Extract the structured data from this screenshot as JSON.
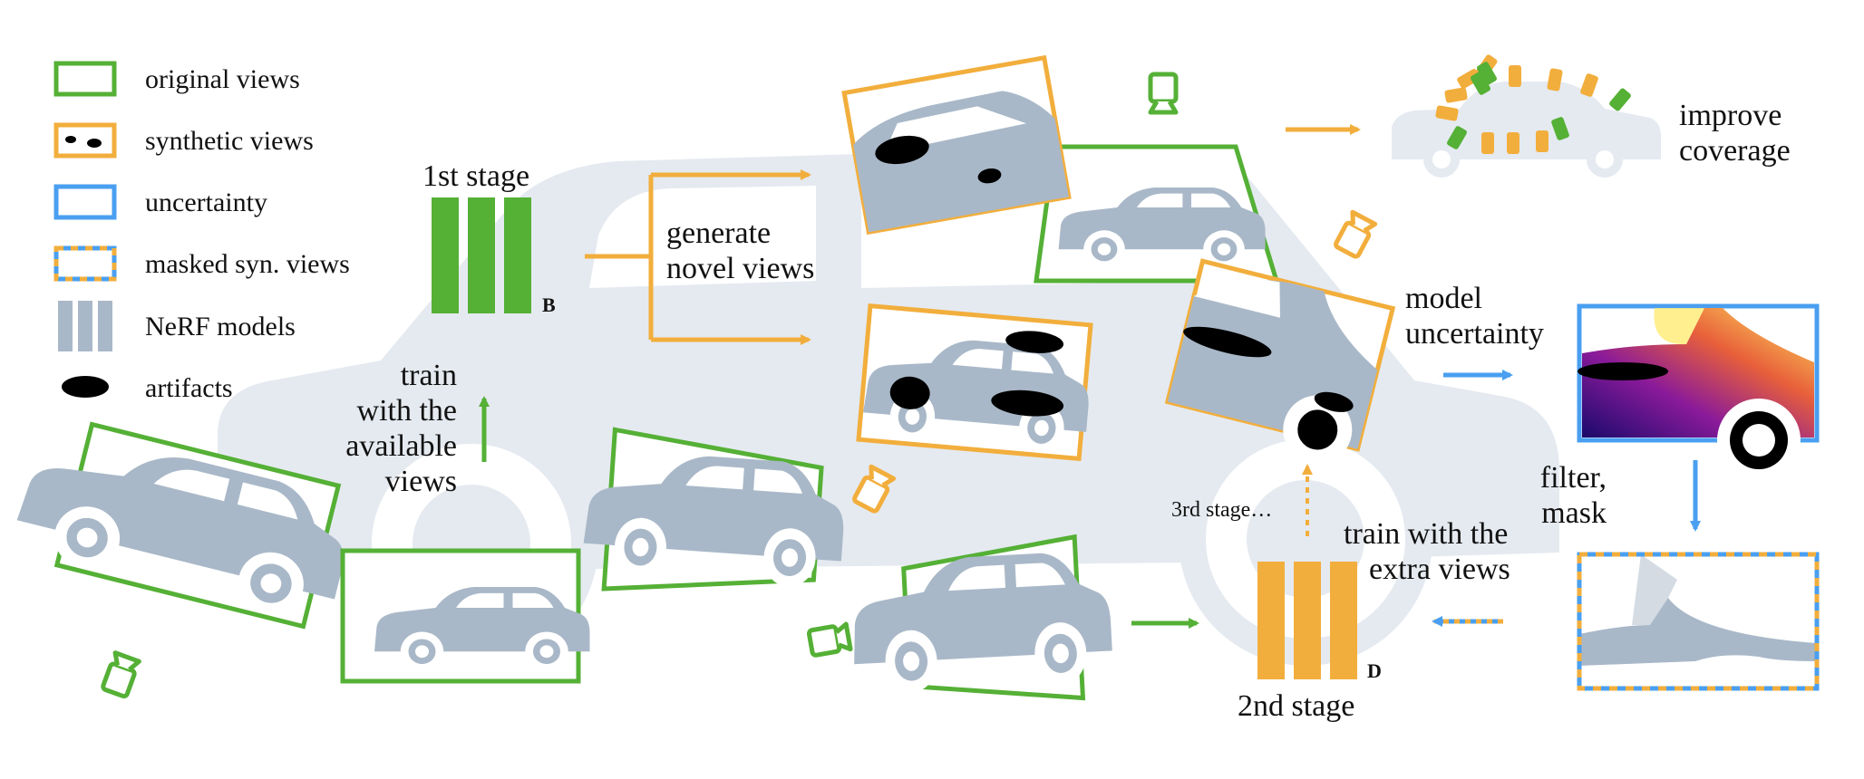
{
  "legend": {
    "original_views": "original views",
    "synthetic_views": "synthetic views",
    "uncertainty": "uncertainty",
    "masked_views": "masked syn. views",
    "nerf_models": "NeRF models",
    "artifacts": "artifacts"
  },
  "labels": {
    "first_stage": "1st stage",
    "model_b": "B",
    "generate_line1": "generate",
    "generate_line2": "novel views",
    "train_line1": "train",
    "train_line2": "with the",
    "train_line3": "available",
    "train_line4": "views",
    "improve_line1": "improve",
    "improve_line2": "coverage",
    "model_unc_line1": "model",
    "model_unc_line2": "uncertainty",
    "filter_line1": "filter,",
    "filter_line2": "mask",
    "train_extra_line1": "train with the",
    "train_extra_line2": "extra views",
    "third_stage": "3rd stage…",
    "second_stage": "2nd stage",
    "model_d": "D"
  },
  "colors": {
    "original_green": "#55b036",
    "synthetic_orange": "#f2ae3c",
    "uncertainty_blue": "#4a9ff0",
    "car_gray": "#a9b8c8",
    "background_car": "#e5eaf0",
    "artifact_black": "#000000"
  },
  "icons": [
    "camera-icon",
    "nerf-model-icon",
    "artifact-blob-icon",
    "car-silhouette-icon"
  ]
}
